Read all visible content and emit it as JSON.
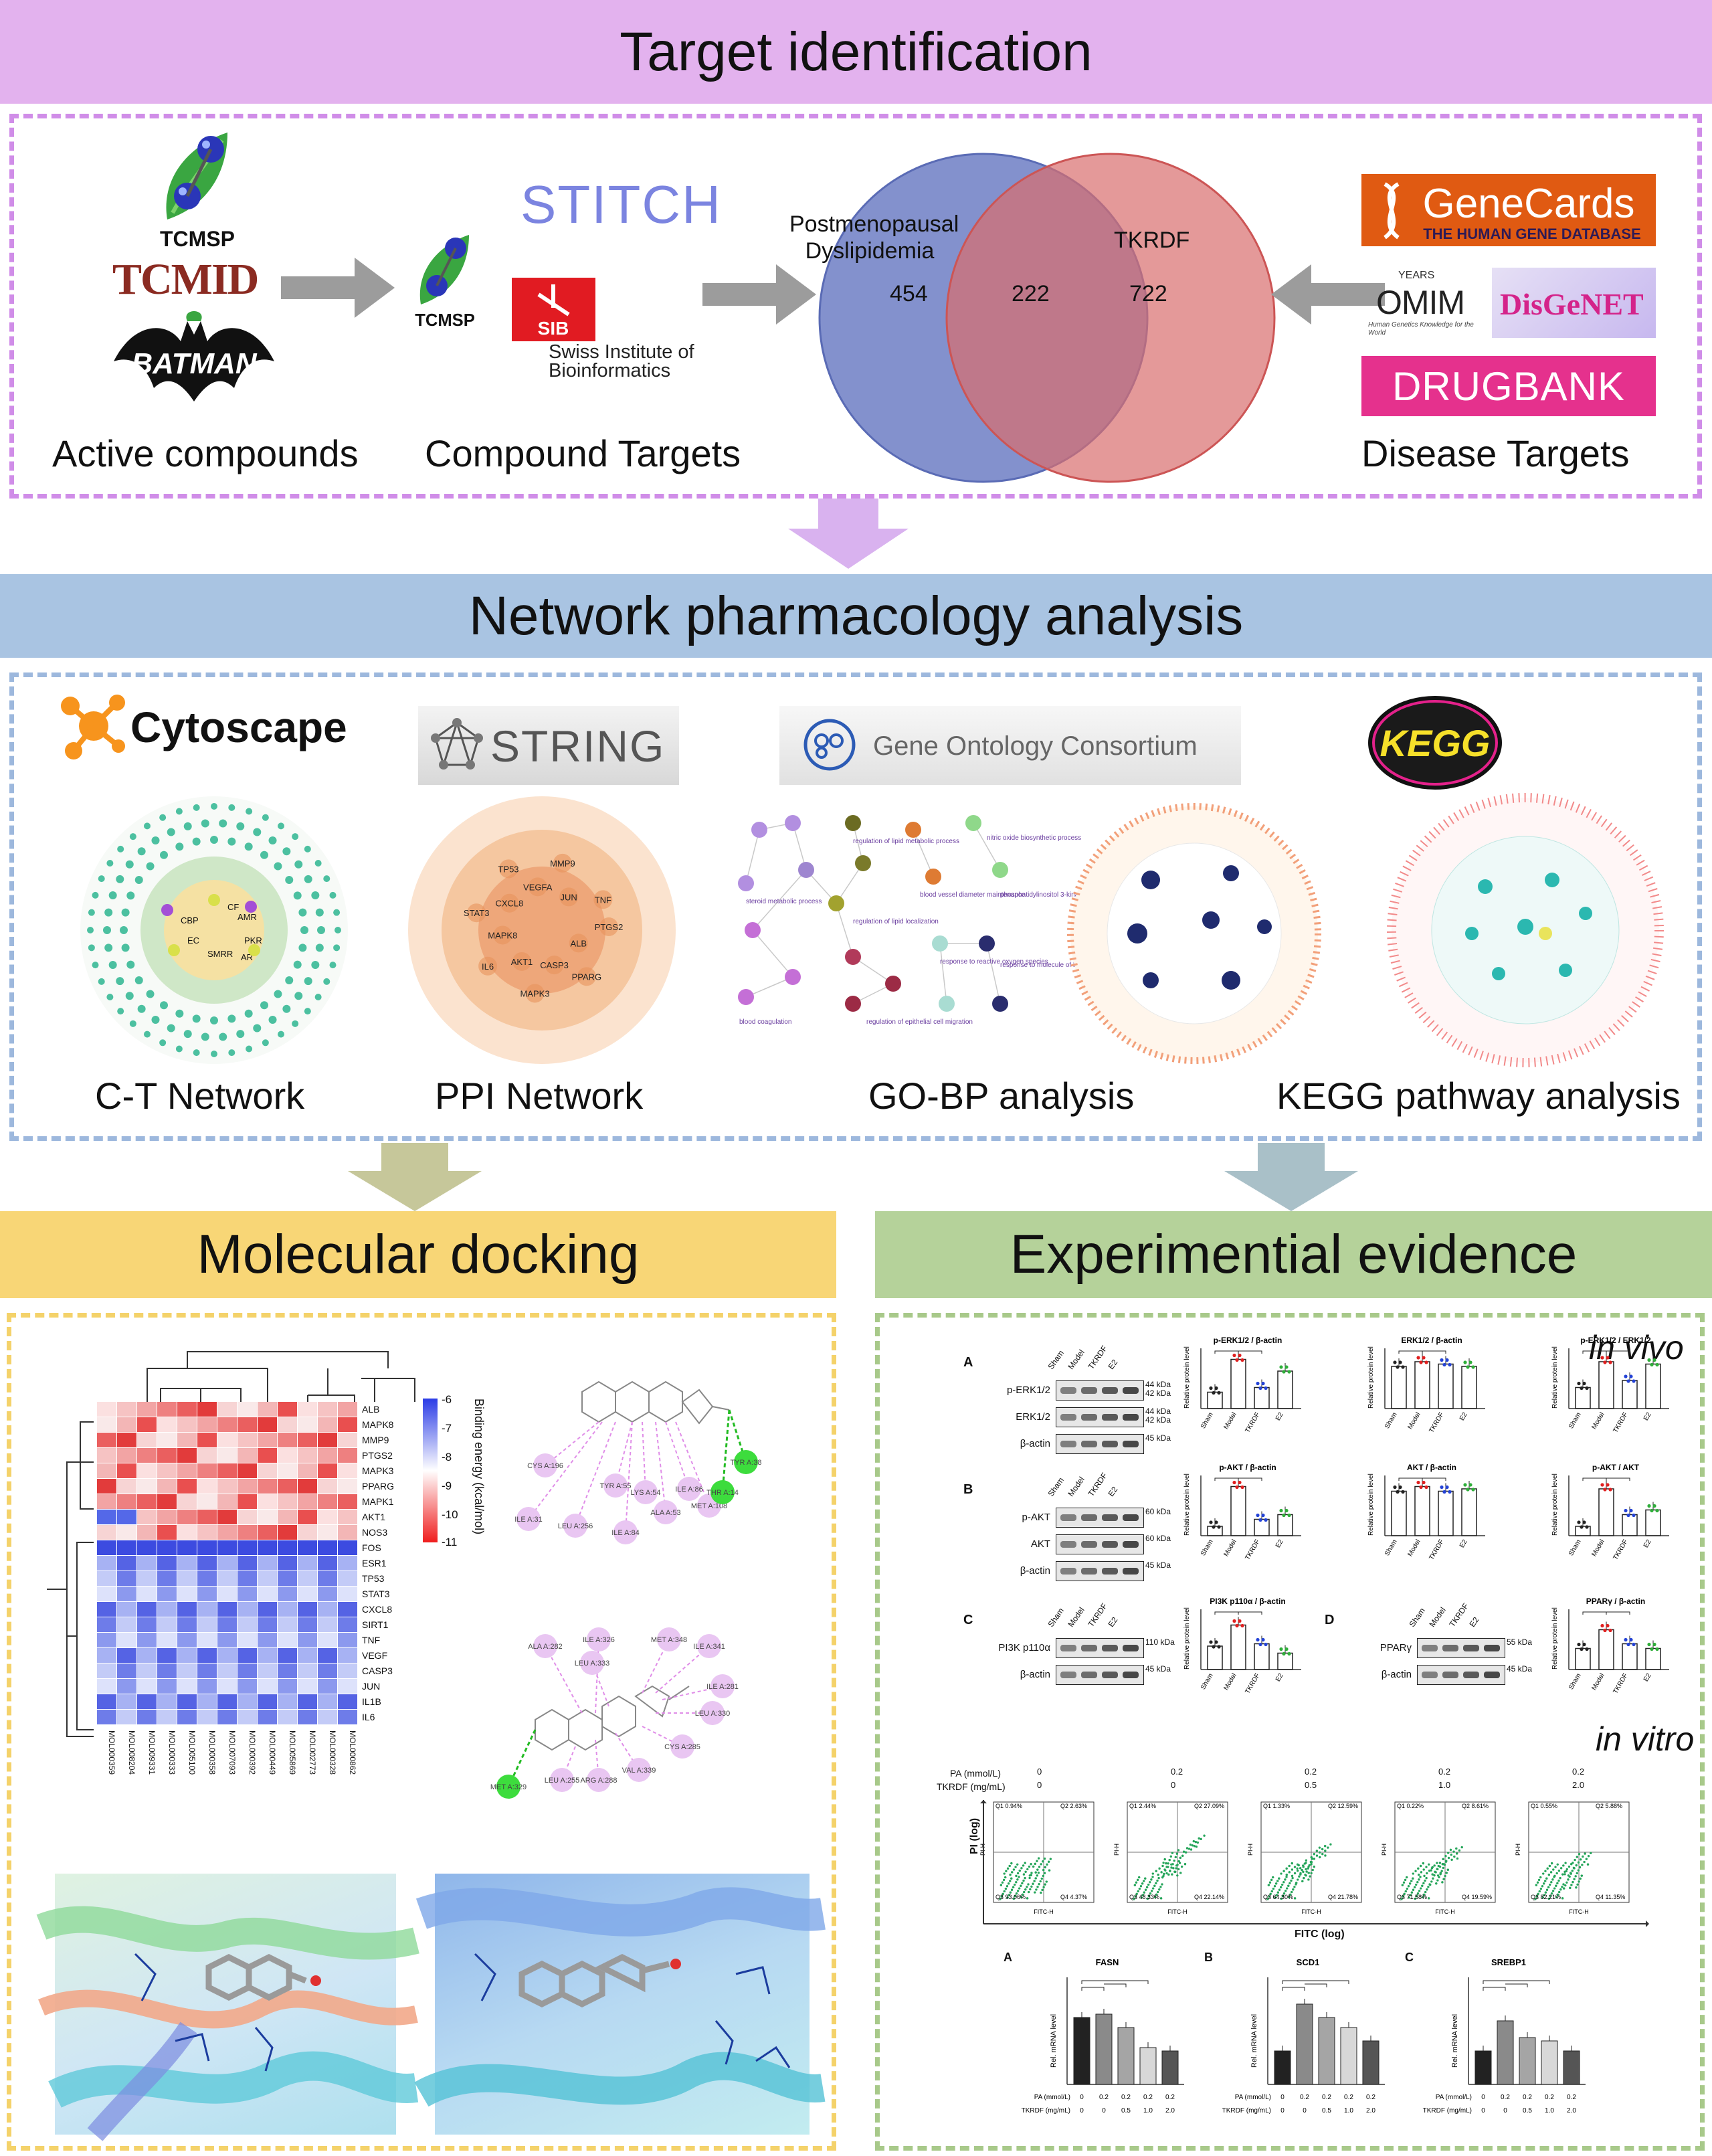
{
  "colors": {
    "purple_banner": "#e3b2ee",
    "purple_border": "#d08de8",
    "blue_banner": "#a9c4e2",
    "blue_border": "#9db8dd",
    "yellow_banner": "#f8d676",
    "yellow_border": "#f4d26a",
    "green_banner": "#b5d29a",
    "green_border": "#a8c98a",
    "gray_arrow": "#9c9c9c",
    "venn_left": "#6d7ec4",
    "venn_right": "#d96d6d"
  },
  "sections": {
    "target": {
      "title": "Target identification",
      "logos": {
        "tcmsp": "TCMSP",
        "tcmid": "TCMID",
        "batman": "BATMAN",
        "stitch": "STITCH",
        "sib": "SIB",
        "sib_name": "Swiss Institute of Bioinformatics",
        "genecards": "GeneCards",
        "genecards_sub": "THE HUMAN GENE DATABASE",
        "omim": "OMIM",
        "omim_years": "YEARS",
        "omim_tag": "Human Genetics Knowledge for the World",
        "disgenet": "DisGeNET",
        "drugbank": "DRUGBANK"
      },
      "labels": {
        "active": "Active compounds",
        "compound": "Compound Targets",
        "disease": "Disease Targets"
      },
      "venn": {
        "left_label": "Postmenopausal Dyslipidemia",
        "right_label": "TKRDF",
        "left_count": "454",
        "overlap_count": "222",
        "right_count": "722"
      }
    },
    "network": {
      "title": "Network pharmacology analysis",
      "logos": {
        "cytoscape": "Cytoscape",
        "string": "STRING",
        "go": "Gene Ontology Consortium",
        "kegg": "KEGG"
      },
      "labels": {
        "ct": "C-T Network",
        "ppi": "PPI Network",
        "gobp": "GO-BP analysis",
        "kegg": "KEGG pathway analysis"
      },
      "ppi_nodes": [
        "PTGS2",
        "ALB",
        "PPARG",
        "CASP3",
        "MAPK3",
        "AKT1",
        "IL6",
        "MAPK8",
        "STAT3",
        "CXCL8",
        "TP53",
        "VEGFA",
        "MMP9",
        "JUN",
        "TNF"
      ],
      "ct_nodes": [
        "CF",
        "AMR",
        "CBP",
        "EC",
        "PKR",
        "SMRR",
        "AR"
      ],
      "go_terms": [
        "steroid metabolic process",
        "regulation of lipid metabolic process",
        "blood vessel diameter maintenance",
        "nitric oxide biosynthetic process",
        "phosphatidylinositol 3-kinase signaling",
        "regulation of lipid localization",
        "blood coagulation",
        "regulation of epithelial cell migration",
        "response to reactive oxygen species",
        "response to molecule of bacterial origin"
      ]
    },
    "docking": {
      "title": "Molecular docking",
      "heatmap_genes": [
        "ALB",
        "MAPK8",
        "MMP9",
        "PTGS2",
        "MAPK3",
        "PPARG",
        "MAPK1",
        "AKT1",
        "NOS3",
        "FOS",
        "ESR1",
        "TP53",
        "STAT3",
        "CXCL8",
        "SIRT1",
        "TNF",
        "VEGF",
        "CASP3",
        "JUN",
        "IL1B",
        "IL6"
      ],
      "heatmap_cols": [
        "MOL000359",
        "MOL008204",
        "MOL009331",
        "MOL000333",
        "MOL005100",
        "MOL000358",
        "MOL007093",
        "MOL000392",
        "MOL000449",
        "MOL005869",
        "MOL002773",
        "MOL000328",
        "MOL000862"
      ],
      "colorbar_label": "Binding energy (kcal/mol)",
      "colorbar_ticks": [
        "-6",
        "-7",
        "-8",
        "-9",
        "-10",
        "-11"
      ],
      "residues_top": [
        "CYS A:196",
        "ILE A:31",
        "LEU A:256",
        "TYR A:55",
        "LYS A:54",
        "ILE A:84",
        "ALA A:53",
        "ILE A:86",
        "MET A:108",
        "TYR A:38",
        "THR A:14"
      ],
      "residues_bottom": [
        "ALA A:282",
        "ILE A:326",
        "LEU A:333",
        "MET A:348",
        "ILE A:341",
        "ILE A:281",
        "LEU A:330",
        "LEU A:255",
        "ARG A:288",
        "VAL A:339",
        "CYS A:285",
        "MET A:329"
      ]
    },
    "experiment": {
      "title": "Experimential evidence",
      "in_vivo": "in vivo",
      "in_vitro": "in vitro",
      "panels": [
        "A",
        "B",
        "C",
        "D"
      ],
      "groups": [
        "Sham",
        "Model",
        "TKRDF",
        "E2"
      ],
      "blots": {
        "A": [
          {
            "name": "p-ERK1/2",
            "kda": "44 kDa\n42 kDa"
          },
          {
            "name": "ERK1/2",
            "kda": "44 kDa\n42 kDa"
          },
          {
            "name": "β-actin",
            "kda": "45 kDa"
          }
        ],
        "B": [
          {
            "name": "p-AKT",
            "kda": "60 kDa"
          },
          {
            "name": "AKT",
            "kda": "60 kDa"
          },
          {
            "name": "β-actin",
            "kda": "45 kDa"
          }
        ],
        "C": [
          {
            "name": "PI3K p110α",
            "kda": "110 kDa"
          },
          {
            "name": "β-actin",
            "kda": "45 kDa"
          }
        ],
        "D": [
          {
            "name": "PPARγ",
            "kda": "55 kDa"
          },
          {
            "name": "β-actin",
            "kda": "45 kDa"
          }
        ]
      },
      "bar_titles": {
        "A": [
          "p-ERK1/2 / β-actin",
          "ERK1/2 / β-actin",
          "p-ERK1/2 / ERK1/2"
        ],
        "B": [
          "p-AKT / β-actin",
          "AKT / β-actin",
          "p-AKT / AKT"
        ],
        "C": [
          "PI3K p110α / β-actin"
        ],
        "D": [
          "PPARγ / β-actin"
        ]
      },
      "bar_ylabel": "Relative protein level",
      "chart_data": [
        {
          "type": "bar",
          "title": "p-ERK1/2 / β-actin",
          "categories": [
            "Sham",
            "Model",
            "TKRDF",
            "E2"
          ],
          "values": [
            0.35,
            1.05,
            0.45,
            0.8
          ]
        },
        {
          "type": "bar",
          "title": "ERK1/2 / β-actin",
          "categories": [
            "Sham",
            "Model",
            "TKRDF",
            "E2"
          ],
          "values": [
            0.9,
            1.0,
            0.95,
            0.9
          ]
        },
        {
          "type": "bar",
          "title": "p-ERK1/2 / ERK1/2",
          "categories": [
            "Sham",
            "Model",
            "TKRDF",
            "E2"
          ],
          "values": [
            0.45,
            1.0,
            0.6,
            0.95
          ]
        },
        {
          "type": "bar",
          "title": "p-AKT / β-actin",
          "categories": [
            "Sham",
            "Model",
            "TKRDF",
            "E2"
          ],
          "values": [
            0.2,
            1.05,
            0.35,
            0.45
          ]
        },
        {
          "type": "bar",
          "title": "AKT / β-actin",
          "categories": [
            "Sham",
            "Model",
            "TKRDF",
            "E2"
          ],
          "values": [
            0.95,
            1.05,
            0.95,
            1.0
          ]
        },
        {
          "type": "bar",
          "title": "p-AKT / AKT",
          "categories": [
            "Sham",
            "Model",
            "TKRDF",
            "E2"
          ],
          "values": [
            0.2,
            1.0,
            0.45,
            0.55
          ]
        },
        {
          "type": "bar",
          "title": "PI3K p110α / β-actin",
          "categories": [
            "Sham",
            "Model",
            "TKRDF",
            "E2"
          ],
          "values": [
            0.5,
            0.95,
            0.55,
            0.35
          ]
        },
        {
          "type": "bar",
          "title": "PPARγ / β-actin",
          "categories": [
            "Sham",
            "Model",
            "TKRDF",
            "E2"
          ],
          "values": [
            0.45,
            0.85,
            0.55,
            0.45
          ]
        }
      ],
      "flow": {
        "pa_label": "PA (mmol/L)",
        "tkrdf_label": "TKRDF (mg/mL)",
        "pa_values": [
          "0",
          "0.2",
          "0.2",
          "0.2",
          "0.2"
        ],
        "tkrdf_values": [
          "0",
          "0",
          "0.5",
          "1.0",
          "2.0"
        ],
        "x_axis": "FITC (log)",
        "y_axis": "PI (log)",
        "x_sub": "FITC-H",
        "y_sub": "PI-H",
        "plots": [
          {
            "q1": "0.94%",
            "q2": "2.63%",
            "q3": "93.06%",
            "q4": "4.37%"
          },
          {
            "q1": "2.44%",
            "q2": "27.09%",
            "q3": "48.33%",
            "q4": "22.14%"
          },
          {
            "q1": "1.33%",
            "q2": "12.59%",
            "q3": "64.30%",
            "q4": "21.78%"
          },
          {
            "q1": "0.22%",
            "q2": "8.61%",
            "q3": "71.58%",
            "q4": "19.59%"
          },
          {
            "q1": "0.55%",
            "q2": "5.88%",
            "q3": "82.21%",
            "q4": "11.35%"
          }
        ]
      },
      "qpcr": {
        "panels": [
          "A",
          "B",
          "C"
        ],
        "titles": [
          "FASN",
          "SCD1",
          "SREBP1"
        ],
        "ylabel": "Rel. mRNA level",
        "pa_label": "PA (mmol/L)",
        "tkrdf_label": "TKRDF (mg/mL)",
        "pa_values": [
          "0",
          "0.2",
          "0.2",
          "0.2",
          "0.2"
        ],
        "tkrdf_values": [
          "0",
          "0",
          "0.5",
          "1.0",
          "2.0"
        ],
        "chart_data": [
          {
            "type": "bar",
            "title": "FASN",
            "values": [
              1.0,
              1.05,
              0.85,
              0.55,
              0.5
            ]
          },
          {
            "type": "bar",
            "title": "SCD1",
            "values": [
              1.0,
              2.4,
              2.0,
              1.7,
              1.3
            ]
          },
          {
            "type": "bar",
            "title": "SREBP1",
            "values": [
              1.0,
              1.9,
              1.4,
              1.3,
              1.0
            ]
          }
        ]
      }
    }
  }
}
